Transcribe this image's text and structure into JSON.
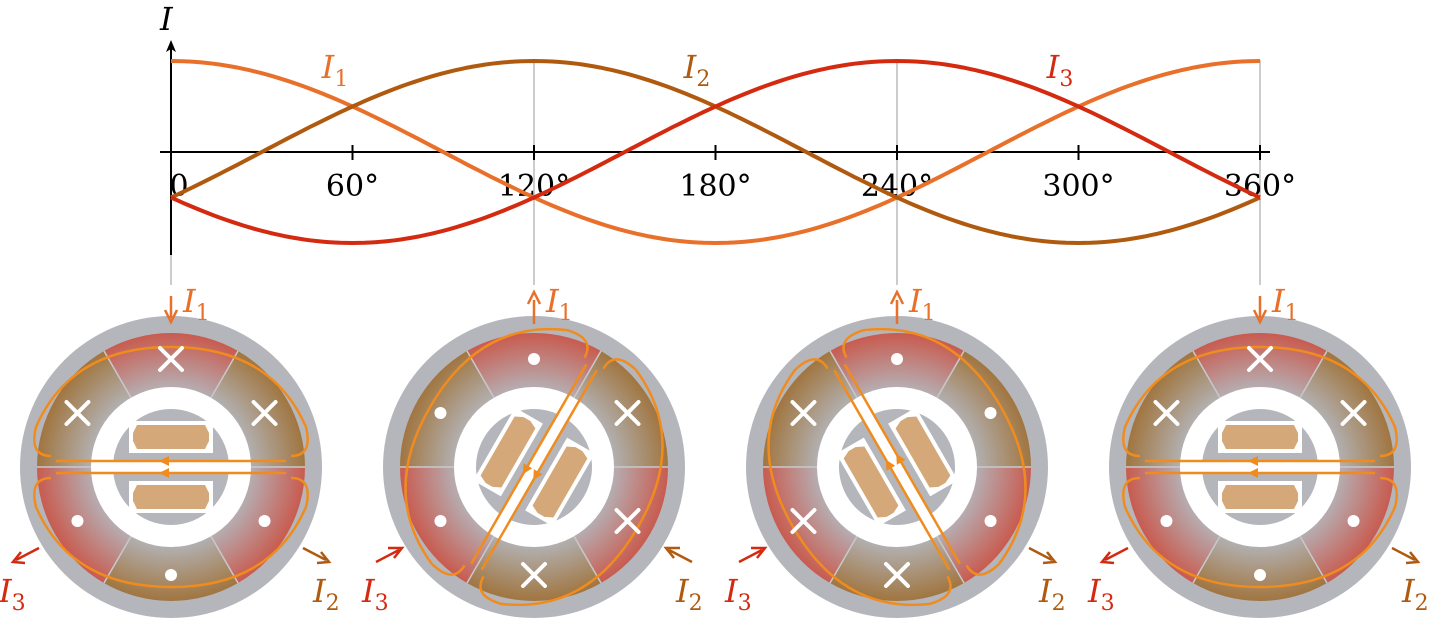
{
  "axis": {
    "y_label": "I",
    "tick_labels": [
      "0",
      "60°",
      "120°",
      "180°",
      "240°",
      "300°",
      "360°"
    ]
  },
  "waves": [
    {
      "name": "I",
      "subscript": "1",
      "color": "#e8702a",
      "phase_deg": 0
    },
    {
      "name": "I",
      "subscript": "2",
      "color": "#b05a10",
      "phase_deg": 120
    },
    {
      "name": "I",
      "subscript": "3",
      "color": "#d42a10",
      "phase_deg": 240
    }
  ],
  "snapshots": [
    {
      "angle_deg": 0,
      "i1": "down",
      "rotor_deg": 0,
      "coils": [
        "cross",
        "cross",
        "dot",
        "dot",
        "dot",
        "cross"
      ],
      "i1_label": "I",
      "i1_sub": "1",
      "i2_label": "I",
      "i2_sub": "2",
      "i3_label": "I",
      "i3_sub": "3"
    },
    {
      "angle_deg": 120,
      "i1": "up",
      "rotor_deg": -60,
      "coils": [
        "dot",
        "cross",
        "cross",
        "cross",
        "dot",
        "dot"
      ],
      "i1_label": "I",
      "i1_sub": "1",
      "i2_label": "I",
      "i2_sub": "2",
      "i3_label": "I",
      "i3_sub": "3"
    },
    {
      "angle_deg": 240,
      "i1": "up",
      "rotor_deg": 60,
      "coils": [
        "dot",
        "dot",
        "dot",
        "cross",
        "cross",
        "cross"
      ],
      "i1_label": "I",
      "i1_sub": "1",
      "i2_label": "I",
      "i2_sub": "2",
      "i3_label": "I",
      "i3_sub": "3"
    },
    {
      "angle_deg": 360,
      "i1": "down",
      "rotor_deg": 0,
      "coils": [
        "cross",
        "cross",
        "dot",
        "dot",
        "dot",
        "cross"
      ],
      "i1_label": "I",
      "i1_sub": "1",
      "i2_label": "I",
      "i2_sub": "2",
      "i3_label": "I",
      "i3_sub": "3"
    }
  ],
  "colors": {
    "stator": "#b4b6bc",
    "rotor_pad": "#d4a878",
    "loop": "#f08c1e",
    "axis": "#000000"
  }
}
